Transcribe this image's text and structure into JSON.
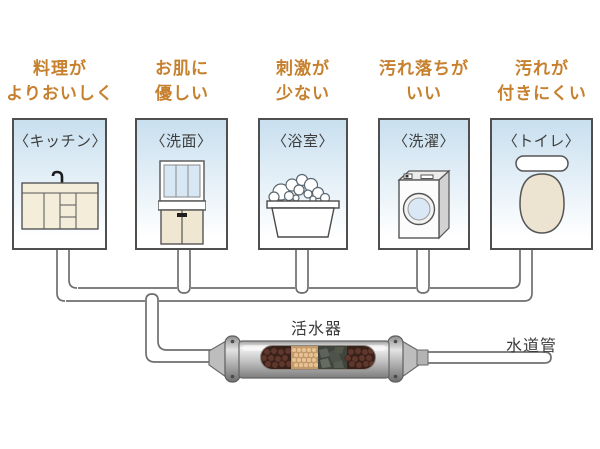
{
  "diagram_title": "home water activator plumbing diagram",
  "stations": [
    {
      "id": "kitchen",
      "benefit_line1": "料理が",
      "benefit_line2": "よりおいしく",
      "label": "〈キッチン〉",
      "icon": "kitchen-sink-icon"
    },
    {
      "id": "washstand",
      "benefit_line1": "お肌に",
      "benefit_line2": "優しい",
      "label": "〈洗面〉",
      "icon": "vanity-mirror-icon"
    },
    {
      "id": "bathroom",
      "benefit_line1": "刺激が",
      "benefit_line2": "少ない",
      "label": "〈浴室〉",
      "icon": "bathtub-icon"
    },
    {
      "id": "laundry",
      "benefit_line1": "汚れ落ちが",
      "benefit_line2": "いい",
      "label": "〈洗濯〉",
      "icon": "washing-machine-icon"
    },
    {
      "id": "toilet",
      "benefit_line1": "汚れが",
      "benefit_line2": "付きにくい",
      "label": "〈トイレ〉",
      "icon": "toilet-icon"
    }
  ],
  "device": {
    "label": "活水器"
  },
  "supply": {
    "label": "水道管"
  },
  "colors": {
    "benefit_text": "#c6802e",
    "station_label_text": "#3e3e3e",
    "box_border": "#4f4f4f",
    "box_gradient_top": "#c9dfef",
    "pipe_outline": "#6f6f6f",
    "device_steel": "#bdbdbd",
    "mineral_brown": "#5f372c",
    "mineral_tan": "#e6c194",
    "mineral_stone": "#565c52"
  }
}
